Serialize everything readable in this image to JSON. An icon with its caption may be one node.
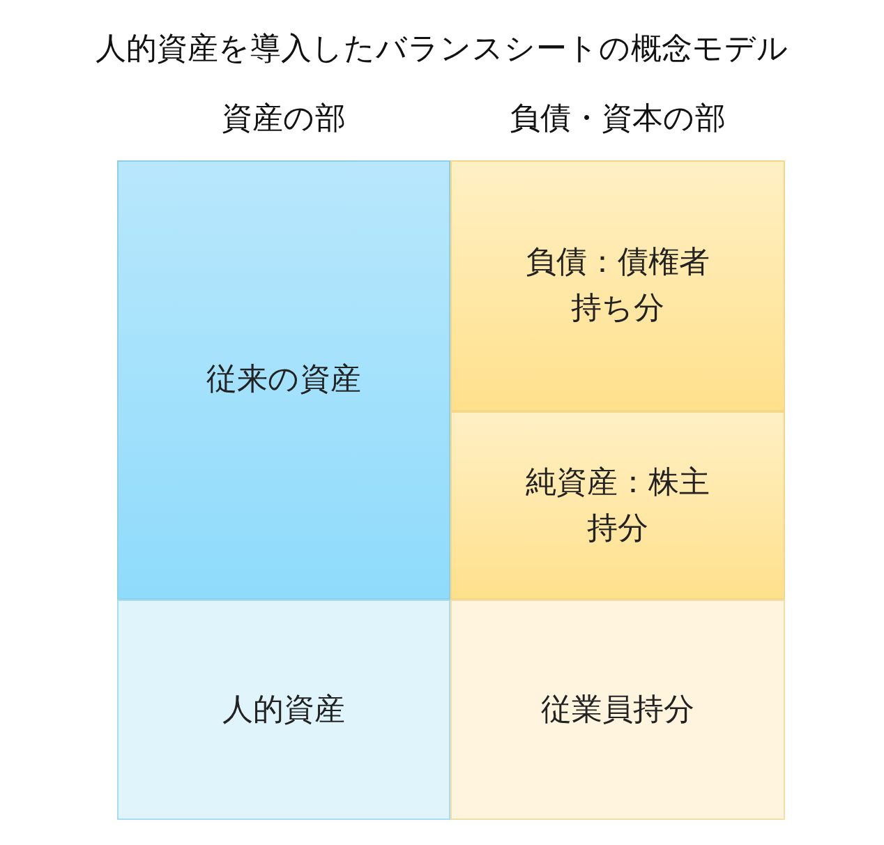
{
  "diagram": {
    "title": "人的資産を導入したバランスシートの概念モデル",
    "nodes": [
      {
        "text": [
          "従来の資産"
        ]
      },
      {
        "text": [
          "負債：債権者持ち分"
        ]
      },
      {
        "text": [
          "純資産：株主持分"
        ]
      },
      {
        "text": [
          "人的資産"
        ]
      },
      {
        "text": [
          "従業員持分"
        ]
      }
    ],
    "labels": [
      "資産の部",
      "負債・資本の部"
    ]
  }
}
